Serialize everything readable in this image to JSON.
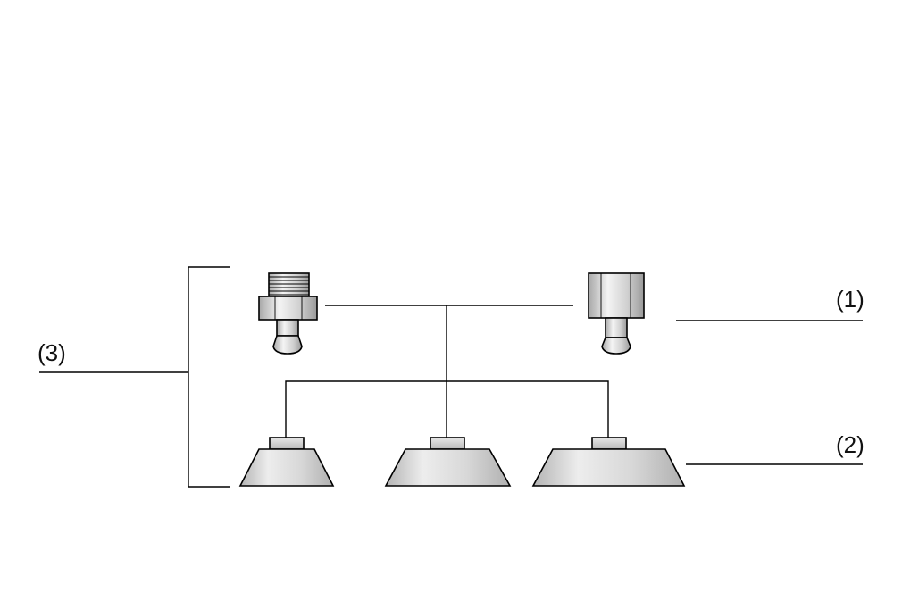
{
  "labels": {
    "fittings": "(1)",
    "suction_cups": "(2)",
    "assembly": "(3)"
  },
  "colors": {
    "metal_light": "#f4f4f4",
    "metal_mid": "#cfcfcf",
    "metal_dark": "#9a9a9a",
    "line": "#000000"
  },
  "icons": [
    "threaded-fitting-icon",
    "nut-fitting-icon",
    "suction-cup-icon"
  ]
}
